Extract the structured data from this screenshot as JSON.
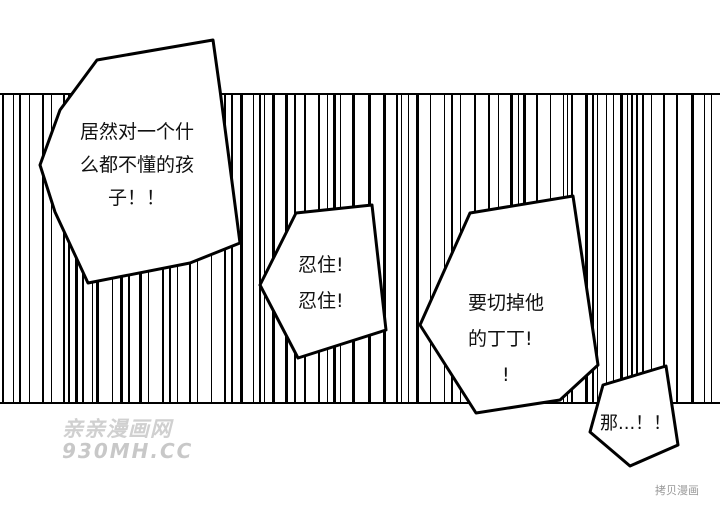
{
  "bubbles": [
    {
      "lines": [
        "居然对一个什",
        "么都不懂的孩",
        "子！！"
      ]
    },
    {
      "lines": [
        "忍住!",
        "忍住!"
      ]
    },
    {
      "lines": [
        "要切掉他",
        "的丁丁!",
        "!"
      ]
    },
    {
      "lines": [
        "那...！！"
      ]
    }
  ],
  "watermark": {
    "site_name": "亲亲漫画网",
    "url": "930MH.CC",
    "corner": "拷贝漫画"
  }
}
